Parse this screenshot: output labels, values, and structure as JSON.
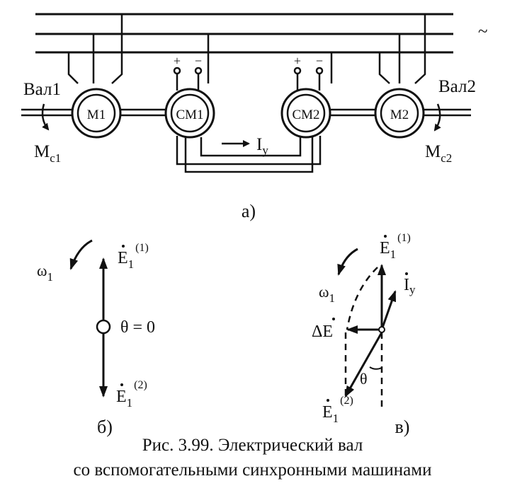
{
  "diagram_a": {
    "shaft1_label": "Вал1",
    "shaft2_label": "Вал2",
    "tilde": "~",
    "motor1": "M1",
    "motor2": "M2",
    "sync1": "CM1",
    "sync2": "CM2",
    "plus": "+",
    "minus": "−",
    "current_main": "I",
    "current_sub": "у",
    "torque1_main": "M",
    "torque1_sub": "c1",
    "torque2_main": "M",
    "torque2_sub": "c2",
    "part_label": "а)"
  },
  "diagram_b": {
    "part_label": "б)",
    "omega_main": "ω",
    "omega_sub": "1",
    "E_main": "E",
    "E_sub": "1",
    "E_sup_top": "(1)",
    "E_sup_bottom": "(2)",
    "theta_eq": "θ = 0"
  },
  "diagram_v": {
    "part_label": "в)",
    "omega_main": "ω",
    "omega_sub": "1",
    "E_main": "E",
    "E_sub": "1",
    "E_sup_top": "(1)",
    "E_sup_bottom": "(2)",
    "Iy_main": "I",
    "Iy_sub": "у",
    "dE": "ΔE",
    "theta": "θ"
  },
  "caption": {
    "line1": "Рис. 3.99. Электрический вал",
    "line2": "со вспомогательными синхронными машинами"
  }
}
